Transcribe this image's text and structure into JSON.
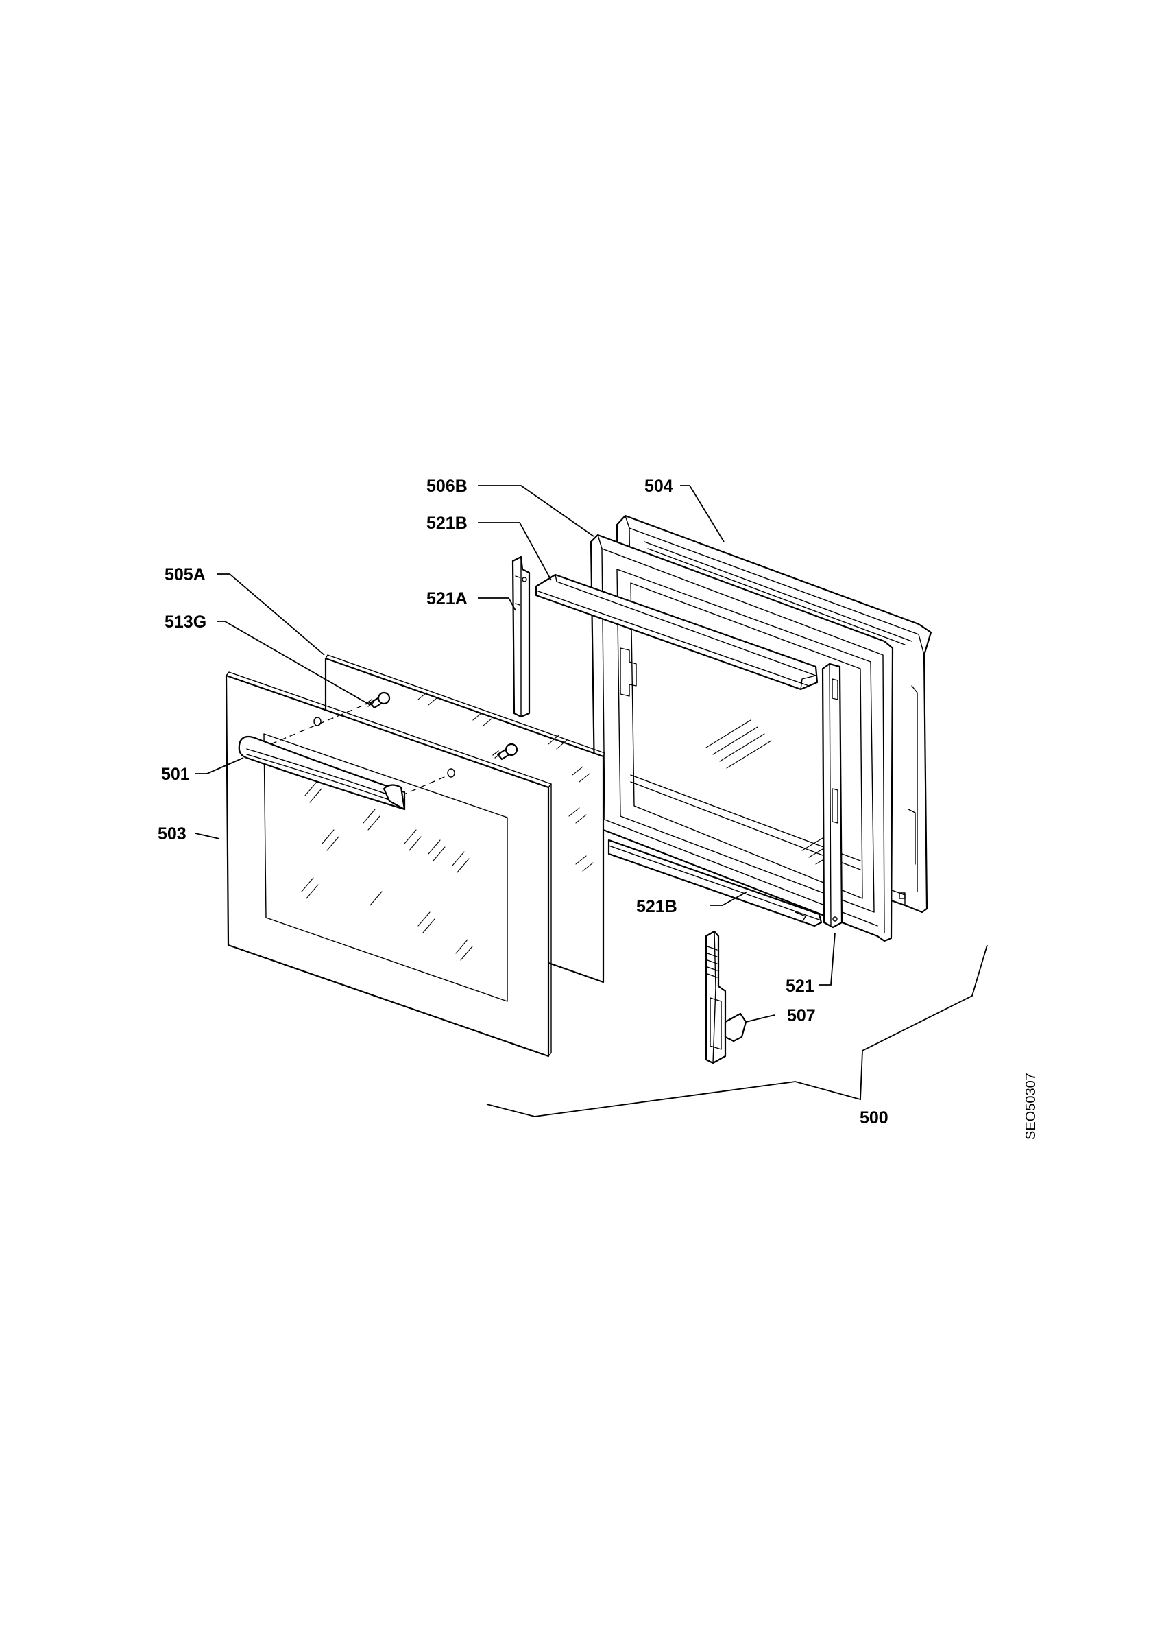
{
  "labels": {
    "l_506B": "506B",
    "l_504": "504",
    "l_521B_top": "521B",
    "l_505A": "505A",
    "l_521A": "521A",
    "l_513G": "513G",
    "l_501": "501",
    "l_503": "503",
    "l_521B_bottom": "521B",
    "l_521": "521",
    "l_507": "507",
    "l_500": "500"
  },
  "doc_ref": "SEO50307"
}
